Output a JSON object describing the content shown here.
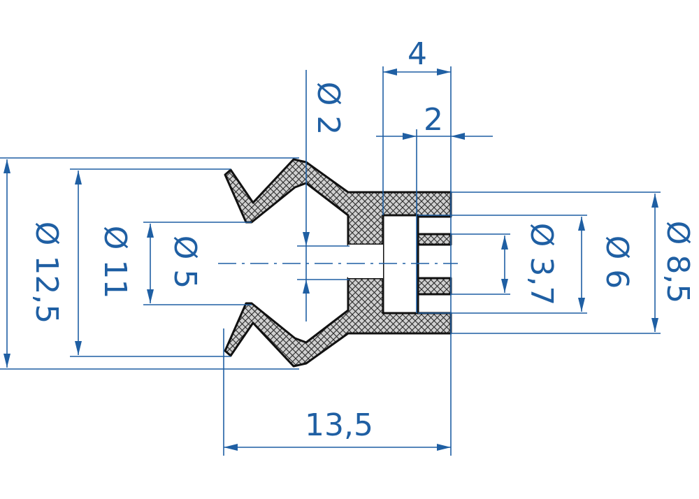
{
  "dimensions": {
    "d12_5": "Ø 12,5",
    "d11": "Ø 11",
    "d5": "Ø 5",
    "d2": "Ø 2",
    "w4": "4",
    "w2": "2",
    "d3_7": "Ø 3,7",
    "d6": "Ø 6",
    "d8_5": "Ø 8,5",
    "l13_5": "13,5"
  },
  "colors": {
    "dimension": "#1f5fa3",
    "outline": "#111111",
    "hatch_fill": "#d0d0d0"
  }
}
